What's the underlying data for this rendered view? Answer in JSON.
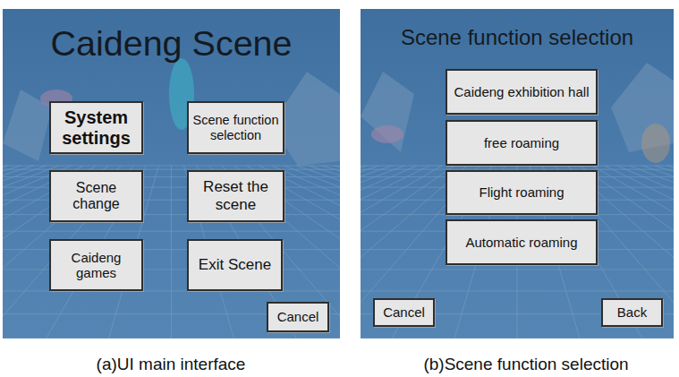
{
  "diagram": {
    "nodes": [
      {
        "text": [
          "Caideng Scene"
        ]
      },
      {
        "text": [
          "System settings"
        ],
        "in": 0
      },
      {
        "text": [
          "Scene function selection"
        ],
        "in": 0
      },
      {
        "text": [
          "Scene change"
        ],
        "in": 0
      },
      {
        "text": [
          "Reset the scene"
        ],
        "in": 0
      },
      {
        "text": [
          "Caideng games"
        ],
        "in": 0
      },
      {
        "text": [
          "Exit Scene"
        ],
        "in": 0
      },
      {
        "text": [
          "Cancel"
        ],
        "in": 0
      },
      {
        "text": [
          "Scene function selection"
        ]
      },
      {
        "text": [
          "Caideng exhibition hall"
        ],
        "in": 8
      },
      {
        "text": [
          "free roaming"
        ],
        "in": 8
      },
      {
        "text": [
          "Flight roaming"
        ],
        "in": 8
      },
      {
        "text": [
          "Automatic roaming"
        ],
        "in": 8
      },
      {
        "text": [
          "Cancel"
        ],
        "in": 8
      },
      {
        "text": [
          "Back"
        ],
        "in": 8
      }
    ],
    "edges": [],
    "labels": [
      "(a)UI main interface",
      "(b)Scene function selection"
    ]
  }
}
